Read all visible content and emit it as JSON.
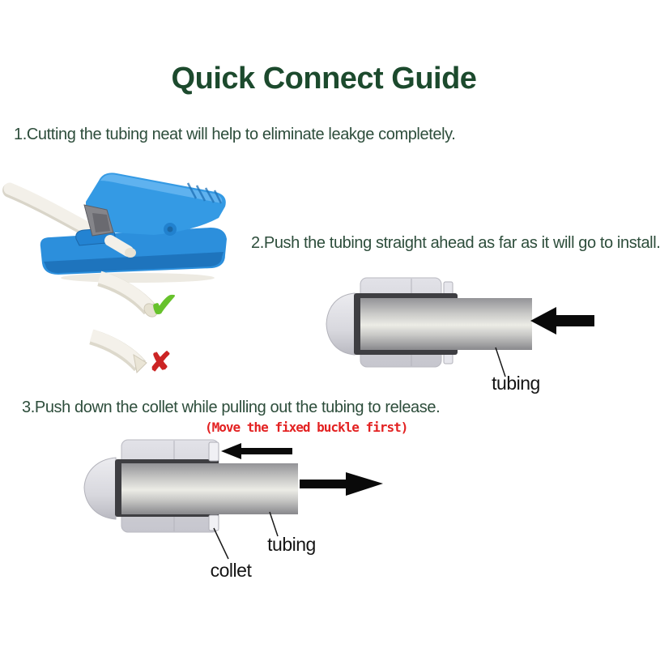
{
  "page": {
    "title": "Quick Connect Guide"
  },
  "steps": {
    "step1": "1.Cutting the tubing neat will help to eliminate leakge completely.",
    "step2": "2.Push the tubing straight ahead as far as it will go to install.",
    "step3": "3.Push down the collet while pulling out the tubing to release.",
    "step3_note": "(Move the fixed buckle first)"
  },
  "cut_samples": {
    "good_mark": "✔",
    "bad_mark": "✘"
  },
  "diagram_install": {
    "tubing_label": "tubing"
  },
  "diagram_release": {
    "tubing_label": "tubing",
    "collet_label": "collet"
  },
  "colors": {
    "title_green": "#1c4a2d",
    "step_text_green": "#2d4d3b",
    "note_red": "#e32222",
    "check_green": "#67c22c",
    "cross_red": "#cc2424",
    "cutter_blue": "#2c8fdc",
    "arrow_black": "#0a0a0a",
    "fitting_body_gray": "#d5d5db",
    "fitting_rim_dark": "#3e3e42",
    "tube_white": "#f3f0e9"
  }
}
